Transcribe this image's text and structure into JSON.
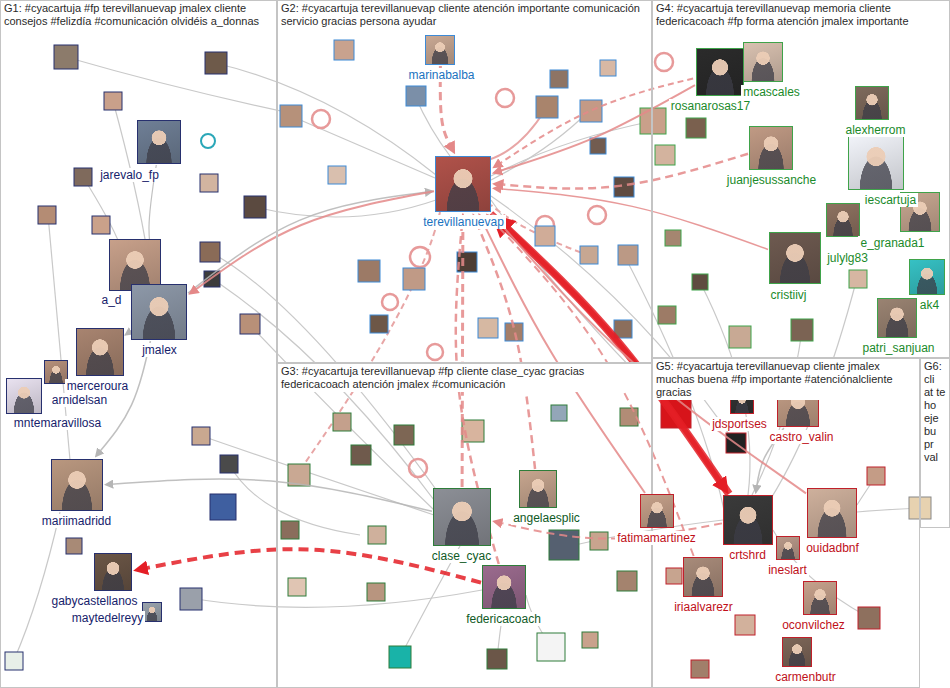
{
  "diagram": {
    "nodes": [
      {
        "text": [
          "G1: #cyacartuja #fp terevillanuevap jmalex cliente consejos #felizdía #comunicación olvidéis a_donnas"
        ]
      },
      {
        "text": [
          "G2: #cyacartuja terevillanuevap cliente atención importante comunicación servicio gracias persona ayudar"
        ]
      },
      {
        "text": [
          "G3: #cyacartuja terevillanuevap #fp cliente clase_cyac gracias federicacoach atención jmalex #comunicación"
        ]
      },
      {
        "text": [
          "G4: #cyacartuja terevillanuevap memoria cliente federicacoach #fp forma atención jmalex importante"
        ]
      },
      {
        "text": [
          "G5: #cyacartuja terevillanuevap cliente jmalex muchas buena #fp importante #atenciónalcliente gracias"
        ]
      },
      {
        "text": [
          "G6: cli at te ho eje bu pr val"
        ]
      },
      {
        "text": [
          "jarevalo_fp"
        ],
        "in": 0
      },
      {
        "text": [
          "a_d"
        ],
        "in": 0
      },
      {
        "text": [
          "jmalex"
        ],
        "in": 0
      },
      {
        "text": [
          "merceroura"
        ],
        "in": 0
      },
      {
        "text": [
          "arnidelsan"
        ],
        "in": 0
      },
      {
        "text": [
          "mntemaravillosa"
        ],
        "in": 0
      },
      {
        "text": [
          "mariimadridd"
        ],
        "in": 0
      },
      {
        "text": [
          "gabycastellanos"
        ],
        "in": 0
      },
      {
        "text": [
          "maytedelreyy"
        ],
        "in": 0
      },
      {
        "text": [
          "marinabalba"
        ],
        "in": 1
      },
      {
        "text": [
          "terevillanuevap"
        ],
        "in": 1
      },
      {
        "text": [
          "angelaesplic"
        ],
        "in": 2
      },
      {
        "text": [
          "clase_cyac"
        ],
        "in": 2
      },
      {
        "text": [
          "federicacoach"
        ],
        "in": 2
      },
      {
        "text": [
          "mcascales"
        ],
        "in": 3
      },
      {
        "text": [
          "rosanarosas17"
        ],
        "in": 3
      },
      {
        "text": [
          "alexherrom"
        ],
        "in": 3
      },
      {
        "text": [
          "juanjesussanche"
        ],
        "in": 3
      },
      {
        "text": [
          "iescartuja"
        ],
        "in": 3
      },
      {
        "text": [
          "e_granada1"
        ],
        "in": 3
      },
      {
        "text": [
          "julylg83"
        ],
        "in": 3
      },
      {
        "text": [
          "cristiivj"
        ],
        "in": 3
      },
      {
        "text": [
          "ak4"
        ],
        "in": 3
      },
      {
        "text": [
          "patri_sanjuan"
        ],
        "in": 3
      },
      {
        "text": [
          "jdsportses"
        ],
        "in": 4
      },
      {
        "text": [
          "castro_valin"
        ],
        "in": 4
      },
      {
        "text": [
          "ouidadbnf"
        ],
        "in": 4
      },
      {
        "text": [
          "fatimamartinez"
        ],
        "in": 4
      },
      {
        "text": [
          "crtshrd"
        ],
        "in": 4
      },
      {
        "text": [
          "ineslart"
        ],
        "in": 4
      },
      {
        "text": [
          "iriaalvarezr"
        ],
        "in": 4
      },
      {
        "text": [
          "oconvilchez"
        ],
        "in": 4
      },
      {
        "text": [
          "carmenbutr"
        ],
        "in": 4
      }
    ],
    "edges": [
      {
        "from": 34,
        "to": 16,
        "arrow": "to"
      },
      {
        "from": 16,
        "to": 34,
        "arrow": "to"
      },
      {
        "from": 19,
        "to": 13,
        "arrow": "to"
      },
      {
        "from": 18,
        "to": 16,
        "arrow": "to"
      },
      {
        "from": 15,
        "to": 16,
        "arrow": "to"
      },
      {
        "from": 8,
        "to": 16,
        "arrow": "to"
      },
      {
        "from": 23,
        "to": 16,
        "arrow": "to"
      },
      {
        "from": 20,
        "to": 16,
        "arrow": "to"
      },
      {
        "from": 21,
        "to": 16,
        "arrow": "to"
      },
      {
        "from": 17,
        "to": 16,
        "arrow": "to"
      },
      {
        "from": 33,
        "to": 16,
        "arrow": "to"
      },
      {
        "from": 18,
        "to": 12,
        "arrow": "to"
      },
      {
        "from": 8,
        "to": 12,
        "arrow": "to"
      },
      {
        "from": 16,
        "to": 8,
        "arrow": "to"
      },
      {
        "from": 34,
        "to": 18,
        "arrow": "to"
      },
      {
        "from": 31,
        "to": 34,
        "arrow": "to"
      },
      {
        "from": 19,
        "to": 16,
        "arrow": "to"
      },
      {
        "from": 27,
        "to": 16,
        "arrow": "to"
      },
      {
        "from": 6,
        "to": 8,
        "arrow": "to"
      },
      {
        "from": 9,
        "to": 8,
        "arrow": "to"
      },
      {
        "from": 36,
        "to": 16,
        "arrow": "to"
      },
      {
        "from": 32,
        "to": 16,
        "arrow": "to"
      }
    ]
  }
}
